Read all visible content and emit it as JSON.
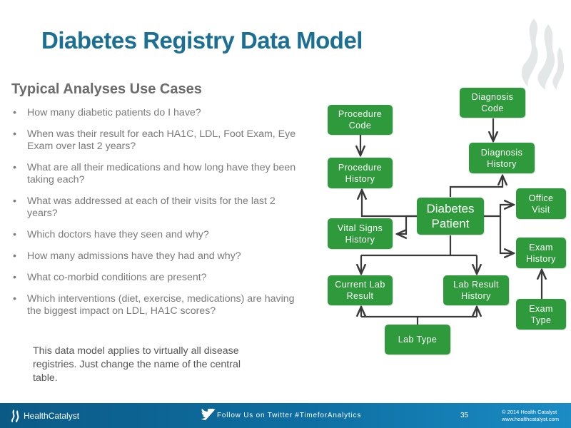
{
  "slide": {
    "title": "Diabetes Registry Data Model",
    "subtitle": "Typical Analyses Use Cases",
    "bullets": [
      "How many diabetic patients do I have?",
      "When was their result for each HA1C, LDL, Foot Exam, Eye Exam over last 2 years?",
      "What are all their medications and how long have they been taking each?",
      "What was addressed at each of their visits for the last 2 years?",
      "Which doctors have they seen and why?",
      "How many admissions have they had and why?",
      "What co-morbid conditions are present?",
      "Which interventions (diet, exercise, medications) are having the biggest impact on LDL, HA1C scores?"
    ],
    "bullet_glyph": "•",
    "note": "This data model applies to virtually all disease registries. Just change the name of the central table."
  },
  "diagram": {
    "nodes": {
      "procedure_code": "Procedure Code",
      "procedure_history": "Procedure History",
      "diagnosis_code": "Diagnosis Code",
      "diagnosis_history": "Diagnosis History",
      "diabetes_patient": "Diabetes Patient",
      "vital_signs_history": "Vital Signs History",
      "office_visit": "Office Visit",
      "exam_history": "Exam History",
      "current_lab_result": "Current Lab Result",
      "lab_result_history": "Lab Result History",
      "lab_type": "Lab Type",
      "exam_type": "Exam Type"
    },
    "colors": {
      "node_fill": "#2e9a3b",
      "connector": "#3a3a3a"
    }
  },
  "footer": {
    "brand": "HealthCatalyst",
    "twitter_text": "Follow Us on Twitter #TimeforAnalytics",
    "page_number": "35",
    "copyright": "© 2014 Health Catalyst",
    "website": "www.healthcatalyst.com"
  },
  "colors": {
    "title": "#1a6f93",
    "footer_bar": "#0e6fa2"
  }
}
